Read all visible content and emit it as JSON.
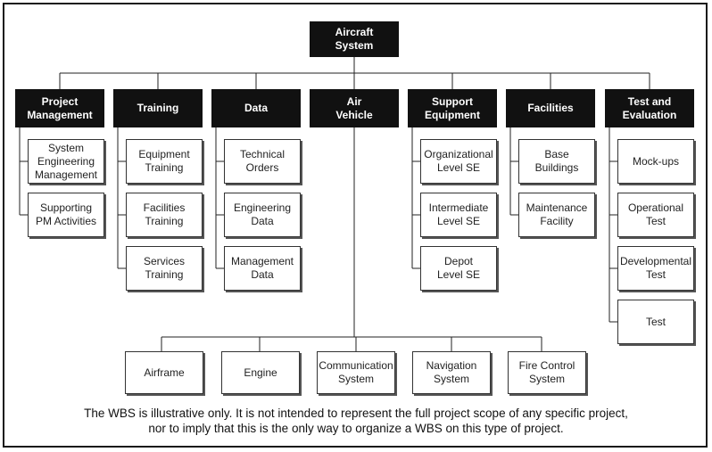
{
  "root": "Aircraft\nSystem",
  "categories": [
    {
      "label": "Project\nManagement",
      "children": [
        "System\nEngineering\nManagement",
        "Supporting\nPM Activities"
      ]
    },
    {
      "label": "Training",
      "children": [
        "Equipment\nTraining",
        "Facilities\nTraining",
        "Services\nTraining"
      ]
    },
    {
      "label": "Data",
      "children": [
        "Technical\nOrders",
        "Engineering\nData",
        "Management\nData"
      ]
    },
    {
      "label": "Air\nVehicle",
      "children": [
        "Airframe",
        "Engine",
        "Communication\nSystem",
        "Navigation\nSystem",
        "Fire Control\nSystem"
      ]
    },
    {
      "label": "Support\nEquipment",
      "children": [
        "Organizational\nLevel SE",
        "Intermediate\nLevel SE",
        "Depot\nLevel SE"
      ]
    },
    {
      "label": "Facilities",
      "children": [
        "Base\nBuildings",
        "Maintenance\nFacility"
      ]
    },
    {
      "label": "Test and\nEvaluation",
      "children": [
        "Mock-ups",
        "Operational\nTest",
        "Developmental\nTest",
        "Test"
      ]
    }
  ],
  "note": {
    "line1": "The WBS is illustrative only. It is not intended to represent the full project scope of any specific project,",
    "line2": "nor to imply that this is the only way to organize a WBS on this type of project."
  },
  "colors": {
    "dark_box": "#111111",
    "light_border": "#333333",
    "line": "#222222"
  }
}
